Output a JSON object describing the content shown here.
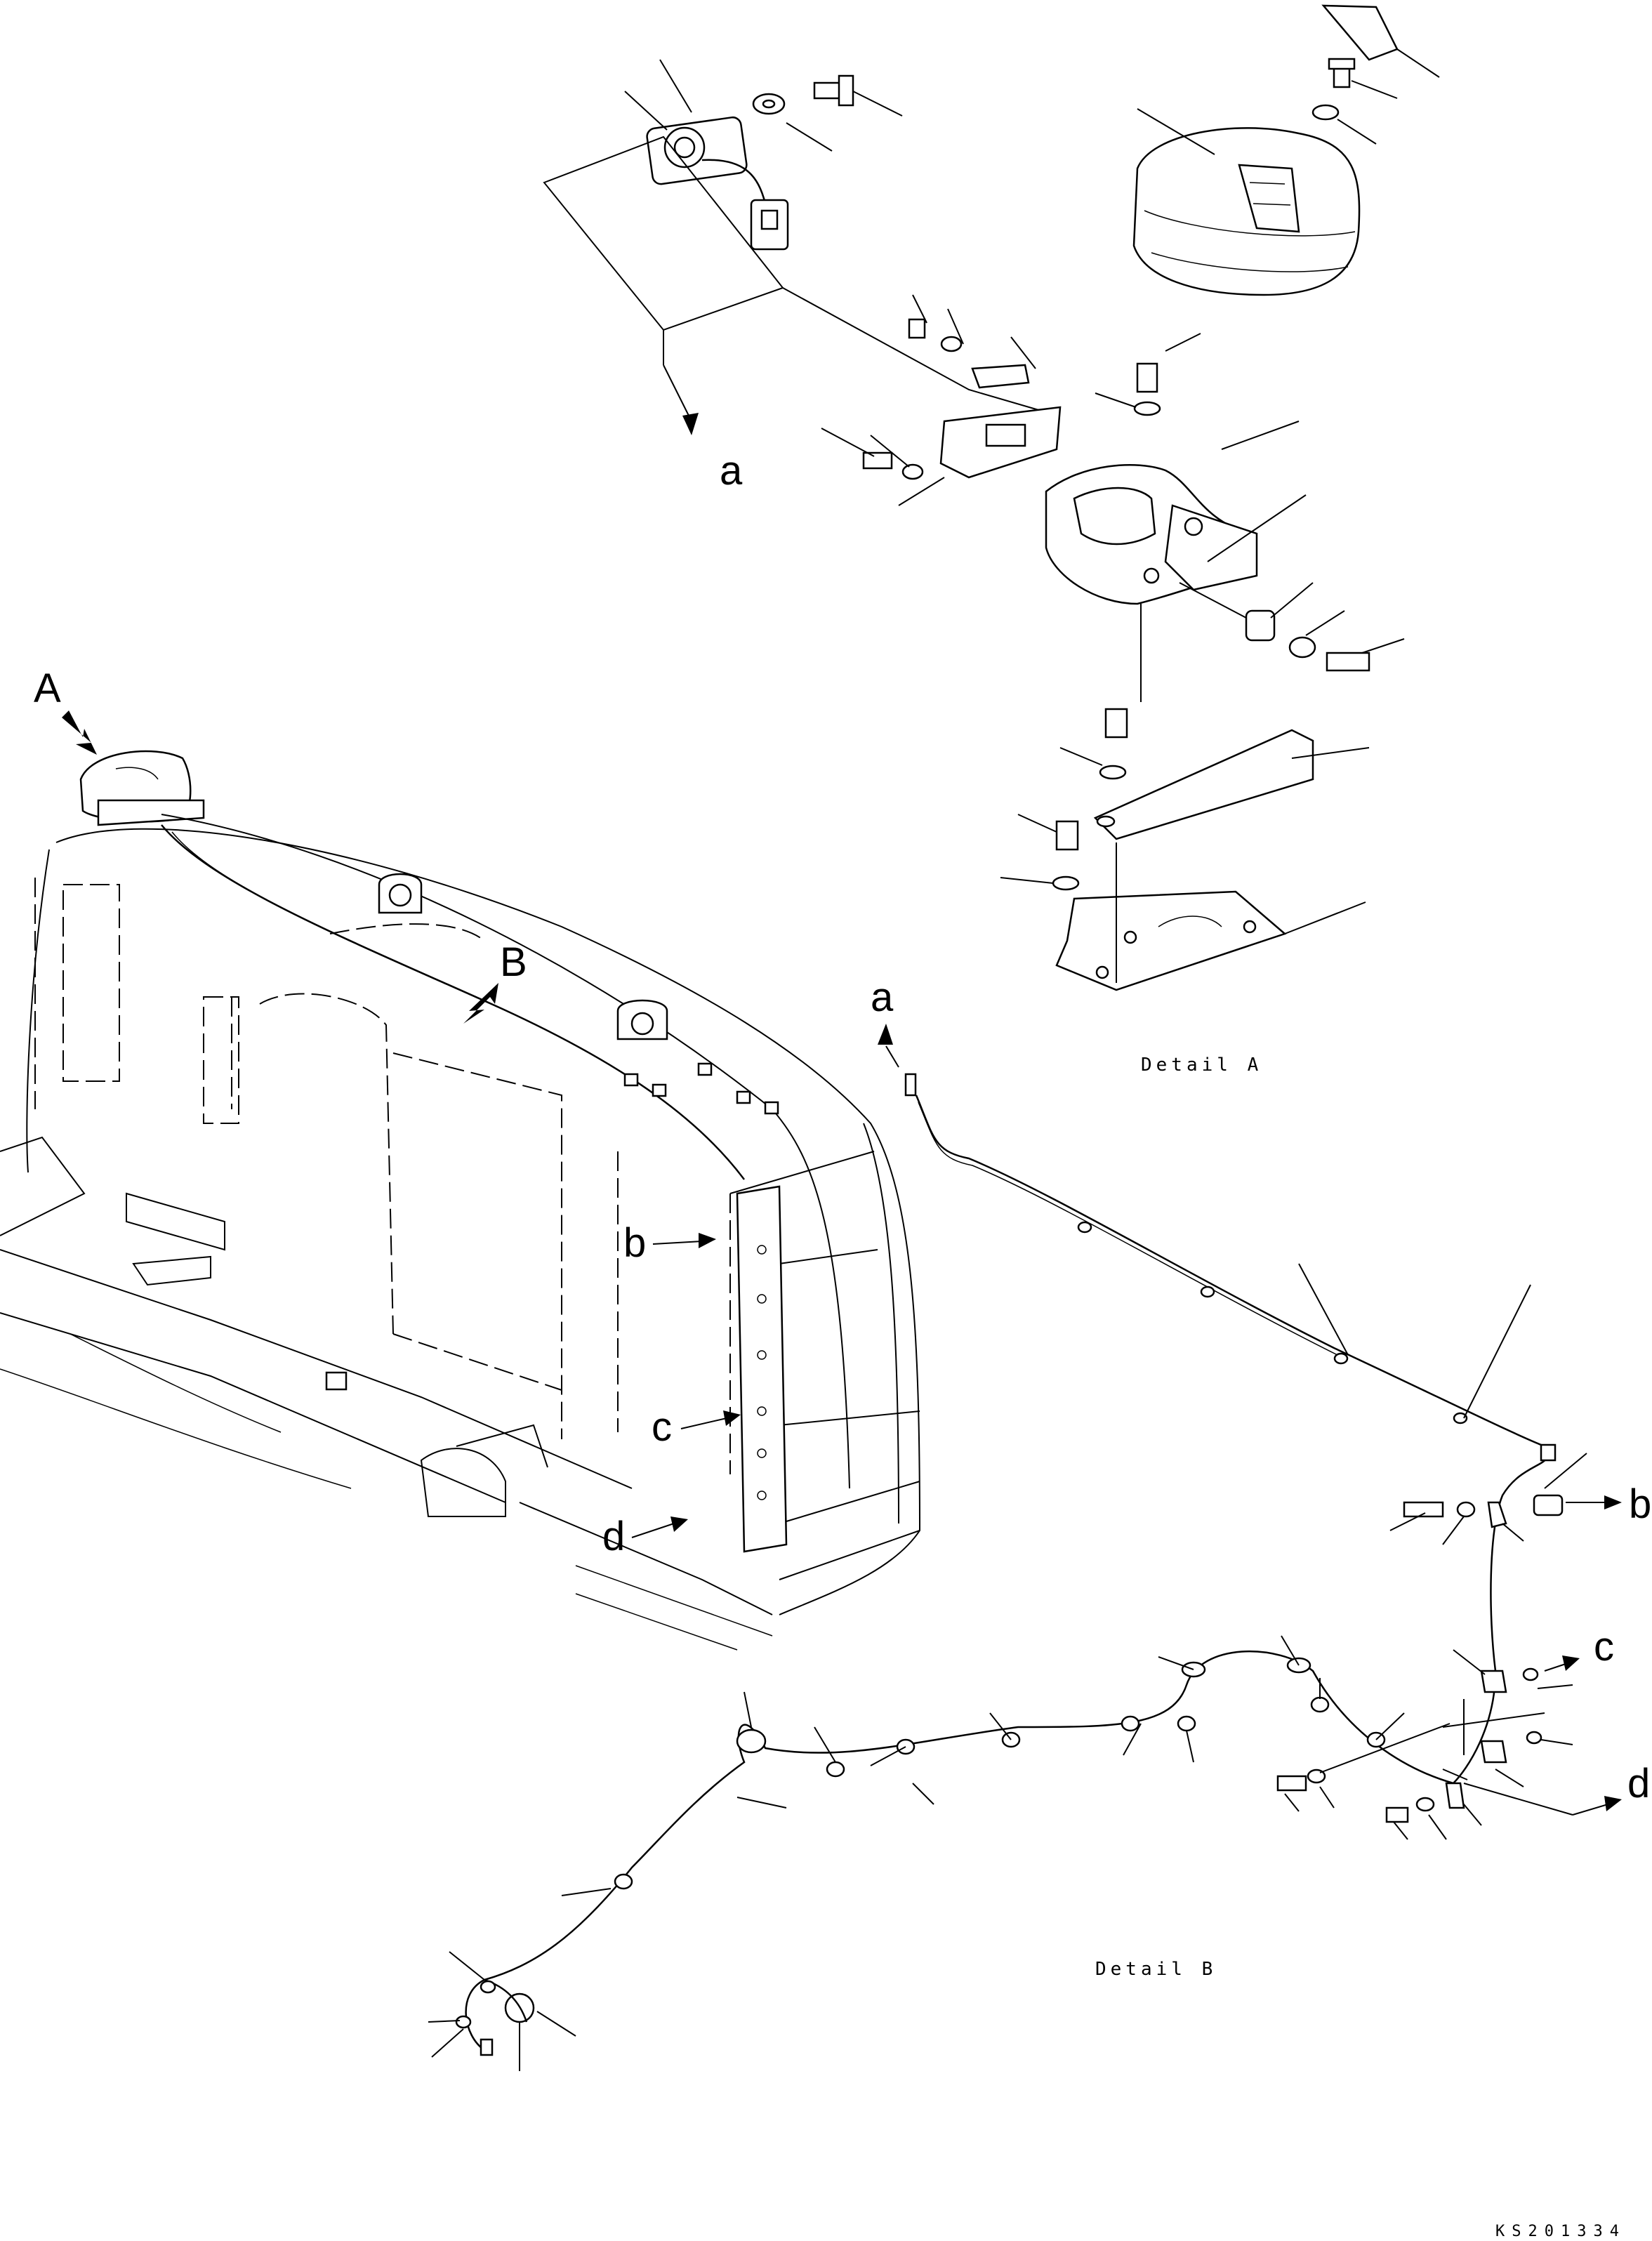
{
  "drawing": {
    "view_labels": {
      "A": "A",
      "B": "B"
    },
    "connectors": {
      "a": "a",
      "b": "b",
      "c": "c",
      "d": "d"
    },
    "detail_a_caption": "Detail A",
    "detail_b_caption": "Detail B",
    "drawing_code": "KS201334"
  }
}
